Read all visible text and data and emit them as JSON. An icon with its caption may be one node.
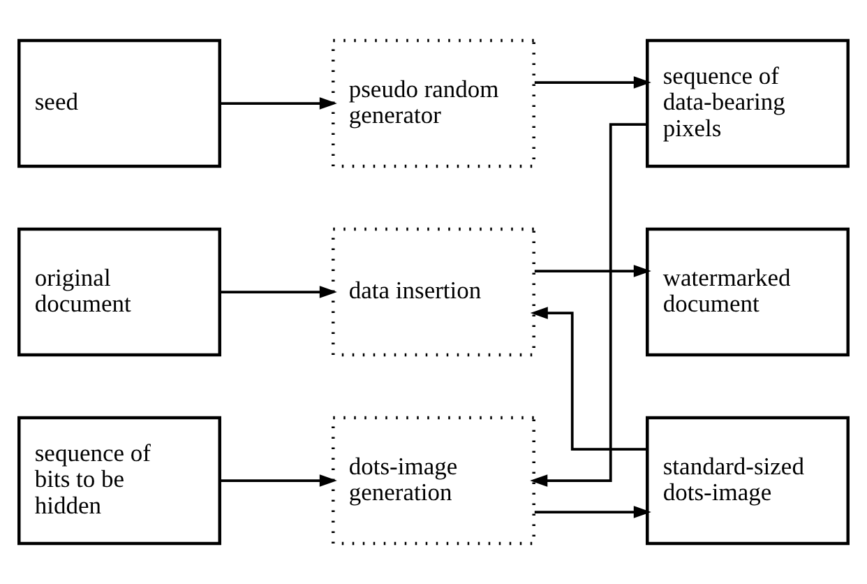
{
  "diagram": {
    "nodes": [
      {
        "text": [
          "seed"
        ]
      },
      {
        "text": [
          "pseudo random generator"
        ]
      },
      {
        "text": [
          "sequence of data-bearing pixels"
        ]
      },
      {
        "text": [
          "sequence of bits to be hidden"
        ]
      },
      {
        "text": [
          "dots-image generation"
        ]
      },
      {
        "text": [
          "standard-sized dots-image"
        ]
      },
      {
        "text": [
          "original document"
        ]
      },
      {
        "text": [
          "data insertion"
        ]
      },
      {
        "text": [
          "watermarked document"
        ]
      }
    ],
    "edges": [
      {
        "from": 0,
        "to": 1,
        "arrow": "to"
      },
      {
        "from": 1,
        "to": 2,
        "arrow": "to"
      },
      {
        "from": 2,
        "to": 4,
        "arrow": "to"
      },
      {
        "from": 3,
        "to": 4,
        "arrow": "to"
      },
      {
        "from": 4,
        "to": 5,
        "arrow": "to"
      },
      {
        "from": 5,
        "to": 7,
        "arrow": "to"
      },
      {
        "from": 6,
        "to": 7,
        "arrow": "to"
      },
      {
        "from": 7,
        "to": 8,
        "arrow": "to"
      }
    ]
  }
}
